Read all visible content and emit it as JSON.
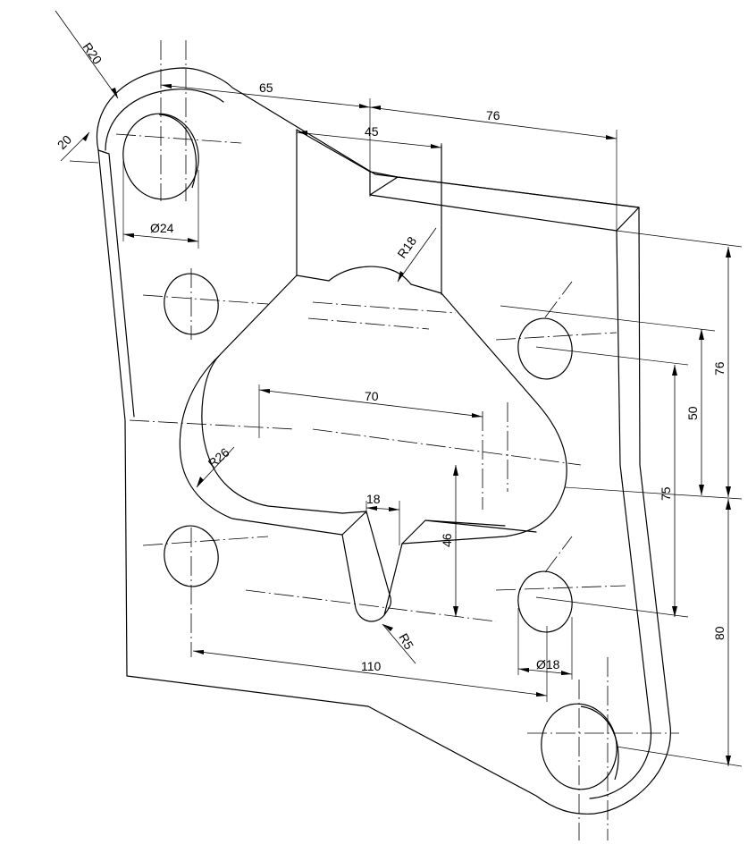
{
  "dimensions": {
    "r20": "R20",
    "d20": "20",
    "d65": "65",
    "d45": "45",
    "d76_top": "76",
    "dia24": "Ø24",
    "r18": "R18",
    "d70": "70",
    "r26": "R26",
    "d18": "18",
    "d46": "46",
    "r5": "R5",
    "d110": "110",
    "dia18": "Ø18",
    "d50": "50",
    "d75": "75",
    "d76_right": "76",
    "d80": "80"
  }
}
